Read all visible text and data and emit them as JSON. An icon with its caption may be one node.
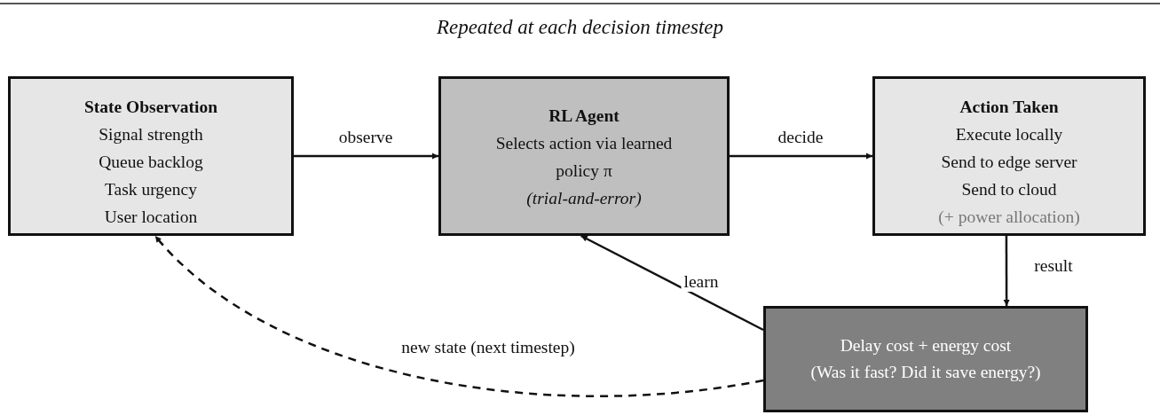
{
  "diagram": {
    "title": "Repeated at each decision timestep",
    "nodes": [
      {
        "text": [
          "State Observation",
          "Signal strength",
          "Queue backlog",
          "Task urgency",
          "User location"
        ]
      },
      {
        "text": [
          "RL Agent",
          "Selects action via learned policy π",
          "(trial-and-error)"
        ]
      },
      {
        "text": [
          "Action Taken",
          "Execute locally",
          "Send to edge server",
          "Send to cloud",
          "(+ power allocation)"
        ]
      },
      {
        "text": [
          "Delay cost + energy cost",
          "(Was it fast? Did it save energy?)"
        ]
      }
    ],
    "edges": [
      {
        "from": 0,
        "to": 1,
        "arrow": "to",
        "label": "observe"
      },
      {
        "from": 1,
        "to": 2,
        "arrow": "to",
        "label": "decide"
      },
      {
        "from": 2,
        "to": 3,
        "arrow": "to",
        "label": "result"
      },
      {
        "from": 3,
        "to": 1,
        "arrow": "to",
        "label": "learn"
      },
      {
        "from": 3,
        "to": 0,
        "arrow": "to",
        "label": "new state (next timestep)",
        "style": "dashed"
      }
    ]
  }
}
